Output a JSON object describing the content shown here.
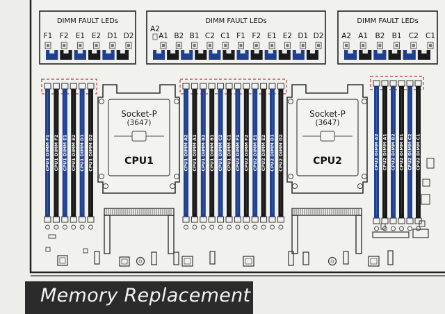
{
  "fault_leds": {
    "heading": "DIMM FAULT LEDs",
    "group1_labels": [
      "F1",
      "F2",
      "E1",
      "E2",
      "D1",
      "D2"
    ],
    "group2_top_label": "A2",
    "group2_labels": [
      "A1",
      "B2",
      "B1",
      "C2",
      "C1",
      "F1",
      "F2",
      "E1",
      "E2",
      "D1",
      "D2"
    ],
    "group3_labels": [
      "A2",
      "A1",
      "B2",
      "B1",
      "C2",
      "C1"
    ]
  },
  "sockets": [
    {
      "name": "Socket-P",
      "pins": "(3647)",
      "cpu": "CPU1"
    },
    {
      "name": "Socket-P",
      "pins": "(3647)",
      "cpu": "CPU2"
    }
  ],
  "dimm_banks": {
    "cpu1_left": [
      "CPU1 DIMM F1",
      "CPU1 DIMM F2",
      "CPU1 DIMM E1",
      "CPU1 DIMM E2",
      "CPU1 DIMM D1",
      "CPU1 DIMM D2"
    ],
    "center": [
      "CPU1 DIMM A2",
      "CPU1 DIMM A1",
      "CPU1 DIMM B2",
      "CPU1 DIMM B1",
      "CPU1 DIMM C2",
      "CPU1 DIMM C1",
      "CPU2 DIMM F1",
      "CPU2 DIMM F2",
      "CPU2 DIMM E1",
      "CPU2 DIMM E2",
      "CPU2 DIMM D1",
      "CPU2 DIMM D2"
    ],
    "cpu2_right": [
      "CPU2 DIMM A2",
      "CPU2 DIMM A1",
      "CPU2 DIMM B2",
      "CPU2 DIMM B1",
      "CPU2 DIMM C2",
      "CPU2 DIMM C1"
    ]
  },
  "section_title": "Memory Replacement",
  "colors": {
    "board": "#ededea",
    "line": "#222222",
    "blue_slot": "#1f3f8f",
    "black_slot": "#1a1a1a",
    "banner": "#2b2b2b",
    "marker": "#b83a3a"
  }
}
